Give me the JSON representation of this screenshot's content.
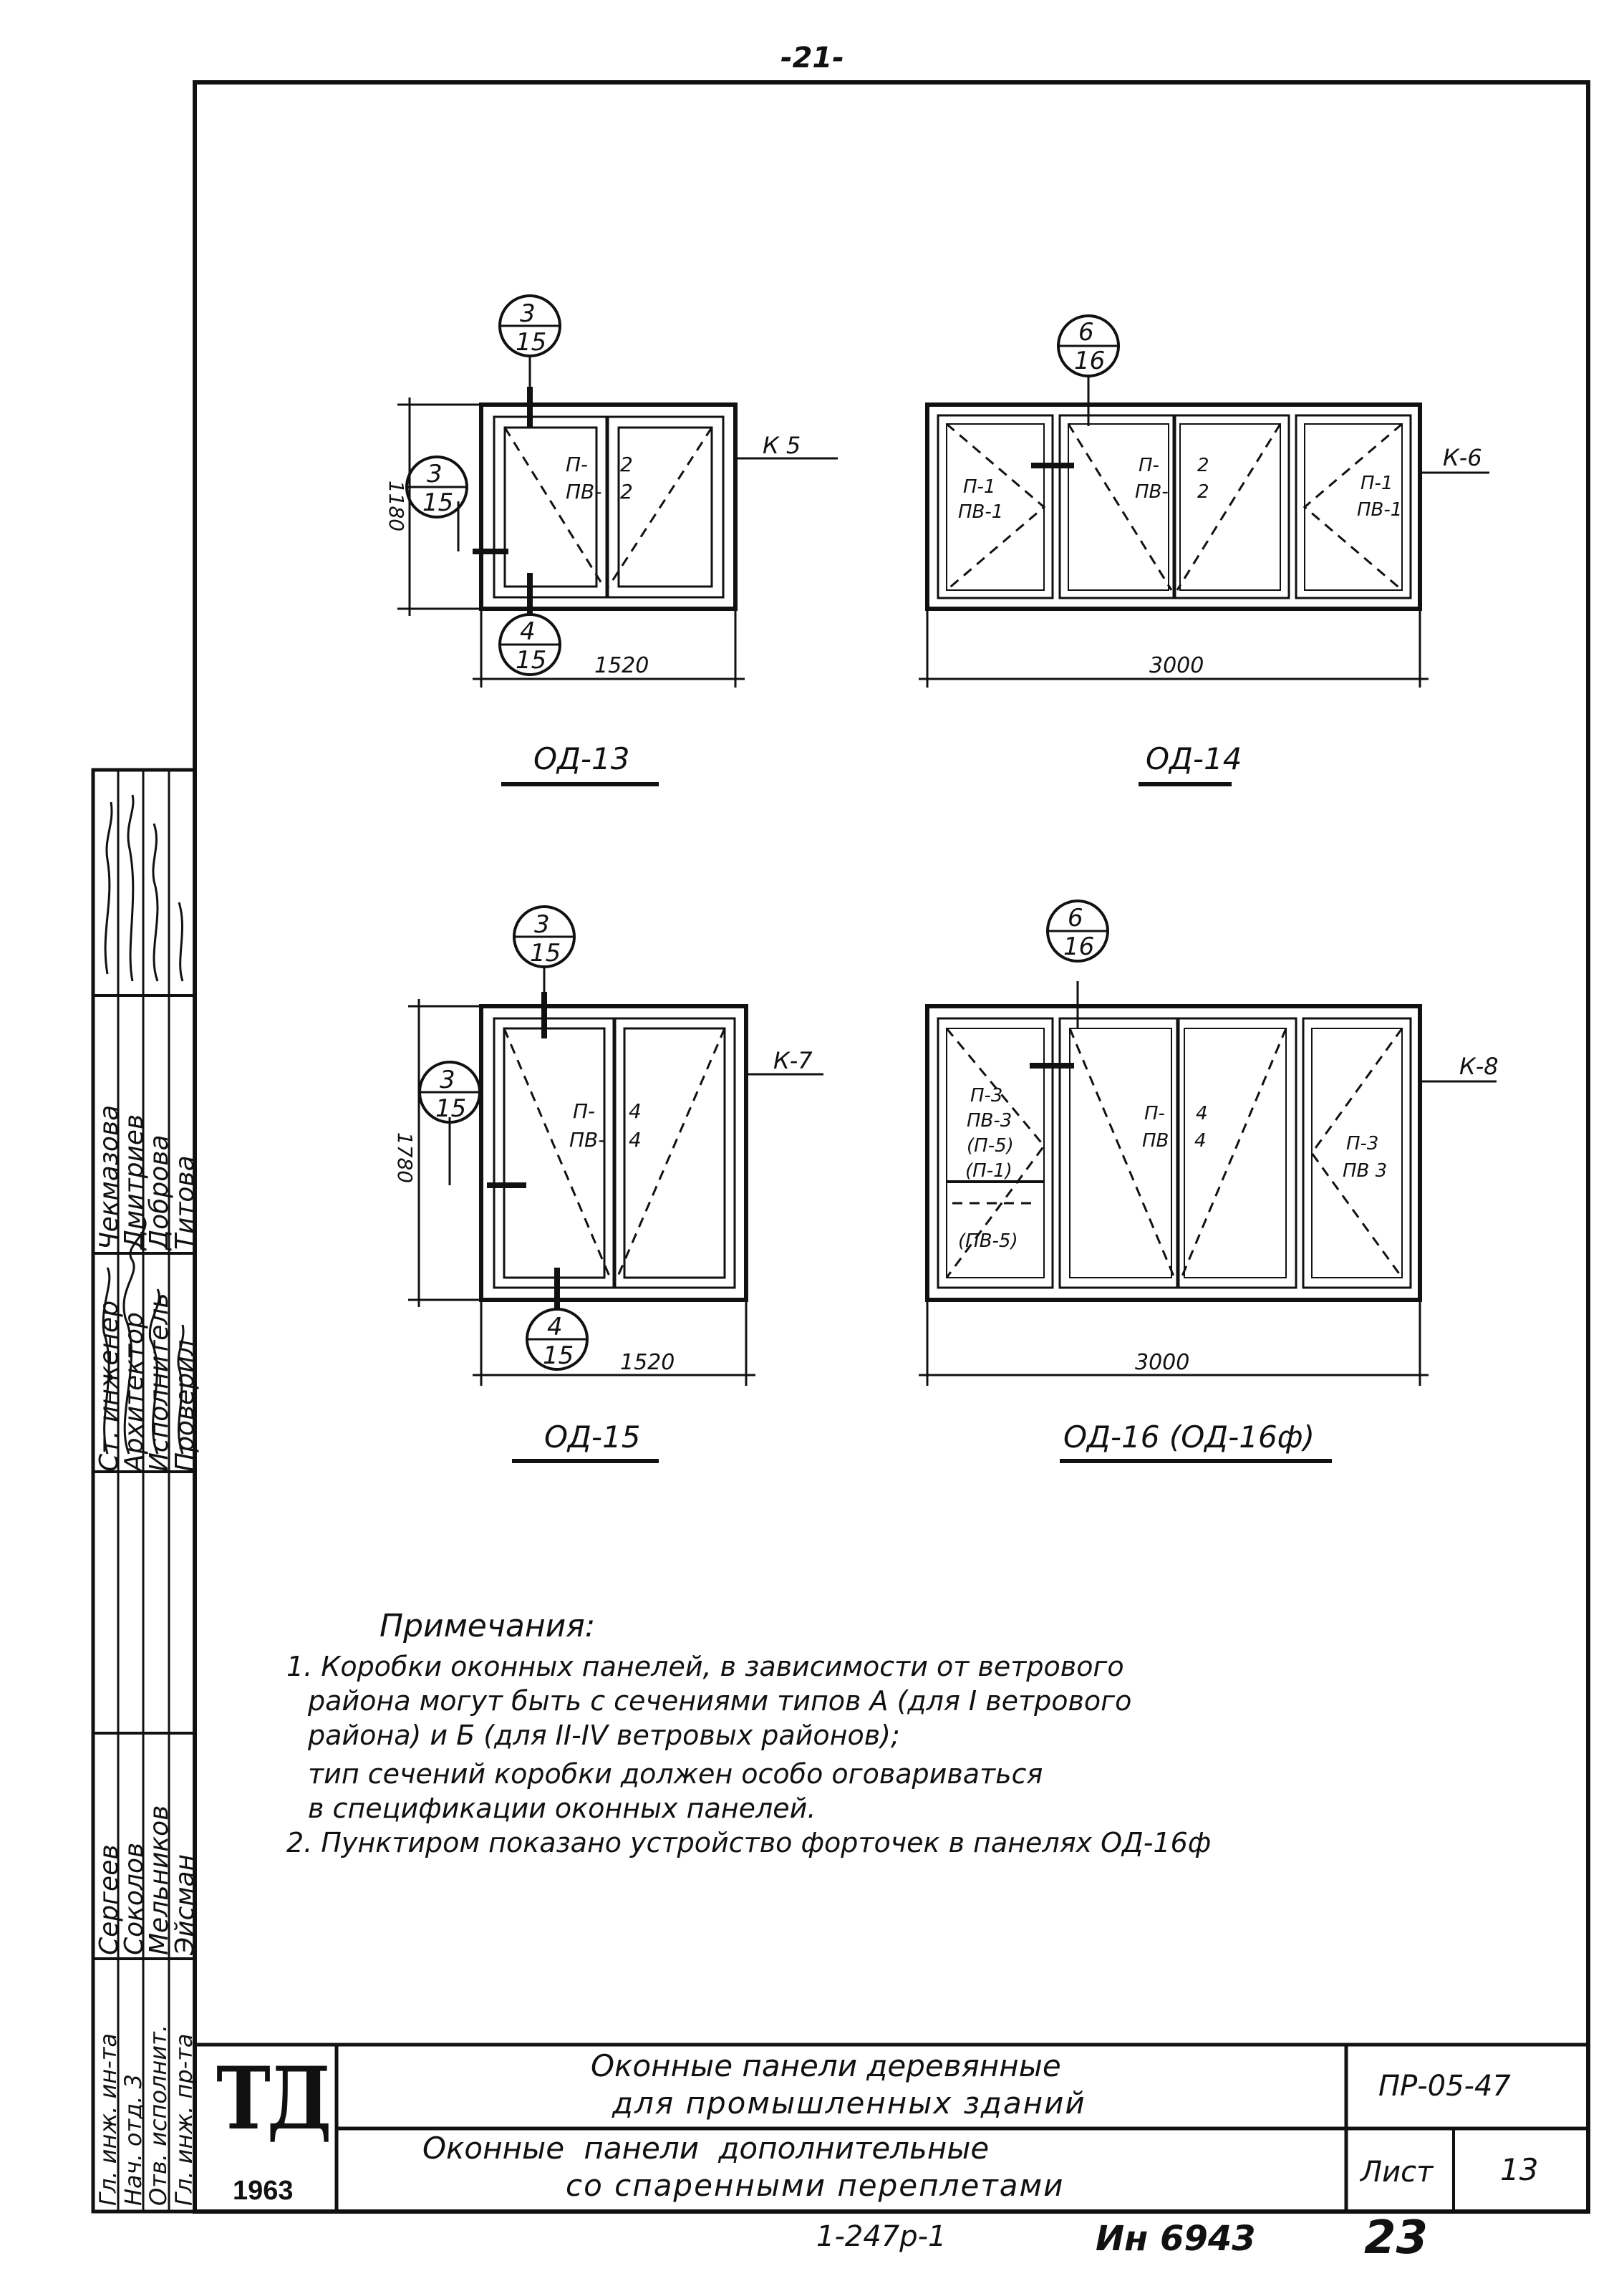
{
  "page_number": "-21-",
  "drawings": [
    {
      "id": "od13",
      "title": "ОД-13",
      "width_dim": "1520",
      "height_dim": "1180",
      "callouts": [
        {
          "top": "3",
          "bottom": "15"
        },
        {
          "top": "3",
          "bottom": "15"
        },
        {
          "top": "4",
          "bottom": "15"
        }
      ],
      "section_mark": "К 5",
      "panel_labels": [
        {
          "l1": "П-",
          "l2": "ПВ-"
        },
        {
          "l1": "2",
          "l2": "2"
        }
      ]
    },
    {
      "id": "od14",
      "title": "ОД-14",
      "width_dim": "3000",
      "callouts": [
        {
          "top": "6",
          "bottom": "16"
        }
      ],
      "section_mark": "К-6",
      "panel_labels": [
        {
          "l1": "П-1",
          "l2": "ПВ-1"
        },
        {
          "l1": "П-",
          "l2": "ПВ-"
        },
        {
          "l1": "2",
          "l2": "2"
        },
        {
          "l1": "П-1",
          "l2": "ПВ-1"
        }
      ]
    },
    {
      "id": "od15",
      "title": "ОД-15",
      "width_dim": "1520",
      "height_dim": "1780",
      "callouts": [
        {
          "top": "3",
          "bottom": "15"
        },
        {
          "top": "3",
          "bottom": "15"
        },
        {
          "top": "4",
          "bottom": "15"
        }
      ],
      "section_mark": "К-7",
      "panel_labels": [
        {
          "l1": "П-",
          "l2": "ПВ-"
        },
        {
          "l1": "4",
          "l2": "4"
        }
      ]
    },
    {
      "id": "od16",
      "title": "ОД-16 (ОД-16ф)",
      "width_dim": "3000",
      "callouts": [
        {
          "top": "6",
          "bottom": "16"
        }
      ],
      "section_mark": "К-8",
      "panel_labels": [
        {
          "l1": "П-3",
          "l2": "ПВ-3",
          "l3": "(П-5)",
          "l4": "(П-1)",
          "l5": "(ПВ-5)"
        },
        {
          "l1": "П-",
          "l2": "ПВ"
        },
        {
          "l1": "4",
          "l2": "4"
        },
        {
          "l1": "П-3",
          "l2": "ПВ 3"
        }
      ]
    }
  ],
  "notes": {
    "heading": "Примечания:",
    "lines": [
      "1. Коробки оконных панелей, в зависимости от ветрового",
      "района могут быть с сечениями типов А (для I ветрового",
      "района) и Б (для II-IV ветровых районов);",
      "тип сечений коробки должен особо оговариваться",
      "в спецификации оконных панелей.",
      "2. Пунктиром показано устройство форточек в панелях ОД-16ф"
    ]
  },
  "signature_block": {
    "roles_top": [
      "Ст. инженер",
      "Архитектор",
      "Исполнитель",
      "Проверил"
    ],
    "names_top": [
      "Чекмазова",
      "Дмитриев",
      "Доброва",
      "Титова"
    ],
    "roles_bottom": [
      "Гл. инж. ин-та",
      "Нач. отд. 3",
      "Отв. исполнит.",
      "Гл. инж. пр-та"
    ],
    "names_bottom": [
      "Сергеев",
      "Соколов",
      "Мельников",
      "Эйсман"
    ]
  },
  "title_block": {
    "logo": "ТД",
    "year": "1963",
    "title_line1": "Оконные панели деревянные",
    "title_line2": "для промышленных зданий",
    "subtitle_line1": "Оконные панели дополнительные",
    "subtitle_line2": "со спаренными переплетами",
    "code": "ПР-05-47",
    "sheet_label": "Лист",
    "sheet_number": "13"
  },
  "footer": {
    "series": "1-247р-1",
    "inventory": "Ин 6943",
    "page": "23"
  }
}
